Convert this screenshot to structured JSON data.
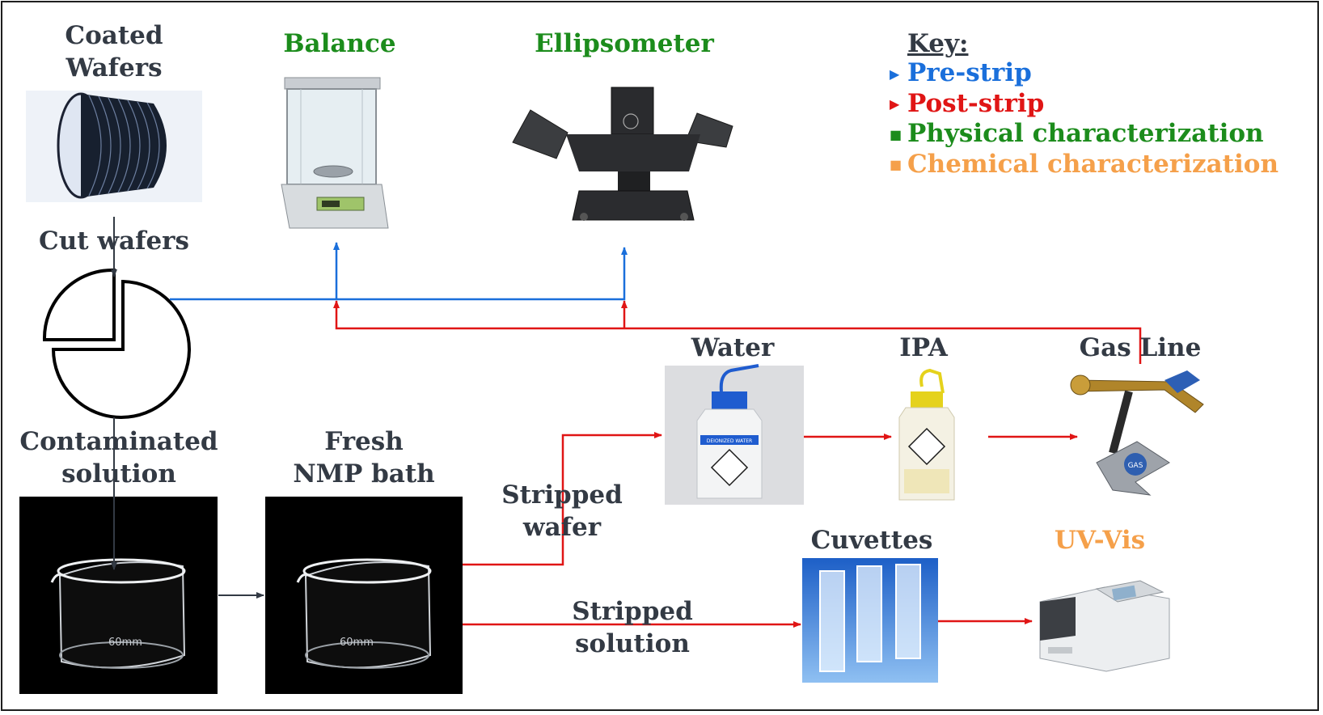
{
  "labels": {
    "coated_wafers": "Coated\nWafers",
    "balance": "Balance",
    "ellipsometer": "Ellipsometer",
    "cut_wafers": "Cut wafers",
    "water": "Water",
    "ipa": "IPA",
    "gas_line": "Gas Line",
    "contaminated_solution": "Contaminated\nsolution",
    "fresh_nmp_bath": "Fresh\nNMP bath",
    "stripped_wafer": "Stripped\nwafer",
    "cuvettes": "Cuvettes",
    "uv_vis": "UV-Vis",
    "stripped_solution": "Stripped\nsolution"
  },
  "photo_text": {
    "dish_marking": "60mm",
    "gas_knob": "GAS",
    "bottle_label": "DEIONIZED WATER"
  },
  "key": {
    "title": "Key:",
    "items": [
      {
        "marker": "triangle",
        "label": "Pre-strip",
        "color": "#1a6fdb"
      },
      {
        "marker": "triangle",
        "label": "Post-strip",
        "color": "#e01515"
      },
      {
        "marker": "square",
        "label": "Physical characterization",
        "color": "#1c8c1c"
      },
      {
        "marker": "square",
        "label": "Chemical characterization",
        "color": "#f5a04a"
      }
    ]
  },
  "colors": {
    "pre_strip": "#1a6fdb",
    "post_strip": "#e01515",
    "physical": "#1c8c1c",
    "chemical": "#f5a04a",
    "neutral_arrow": "#333a44"
  }
}
